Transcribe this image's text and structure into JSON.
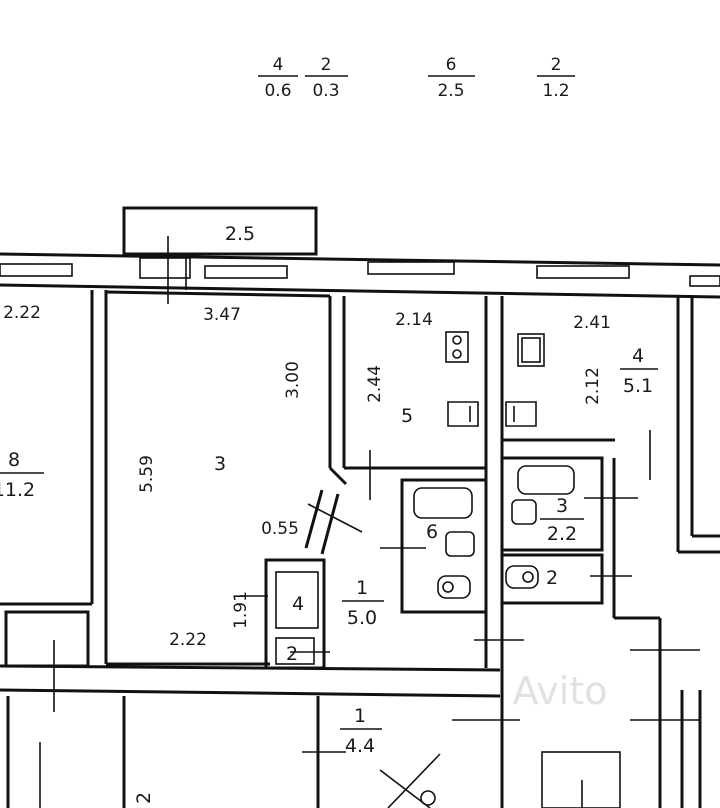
{
  "header_fractions": [
    {
      "num": "4",
      "den": "0.6"
    },
    {
      "num": "2",
      "den": "0.3"
    },
    {
      "num": "6",
      "den": "2.5"
    },
    {
      "num": "2",
      "den": "1.2"
    }
  ],
  "balcony": {
    "label": "2.5"
  },
  "dimensions": {
    "left_room_top": "2.22",
    "room3_top": "3.47",
    "room3_right": "3.00",
    "room3_left": "5.59",
    "room3_bottom": "2.22",
    "room3_notch": "0.55",
    "room4_height": "1.91",
    "room5_top": "2.14",
    "room5_side": "2.44",
    "right_top": "2.41",
    "right_side": "2.12"
  },
  "rooms": {
    "room_3": "3",
    "room_4": "4",
    "room_5": "5",
    "room_6": "6",
    "room_2_small": "2",
    "room_2_right": "2",
    "room_2_bottom": "2",
    "left_room": {
      "num": "8",
      "den": "11.2"
    },
    "hall": {
      "num": "1",
      "den": "5.0"
    },
    "right_room": {
      "num": "4",
      "den": "5.1"
    },
    "bath_right": {
      "num": "3",
      "den": "2.2"
    },
    "lower_hall": {
      "num": "1",
      "den": "4.4"
    }
  },
  "watermark": "Avito"
}
